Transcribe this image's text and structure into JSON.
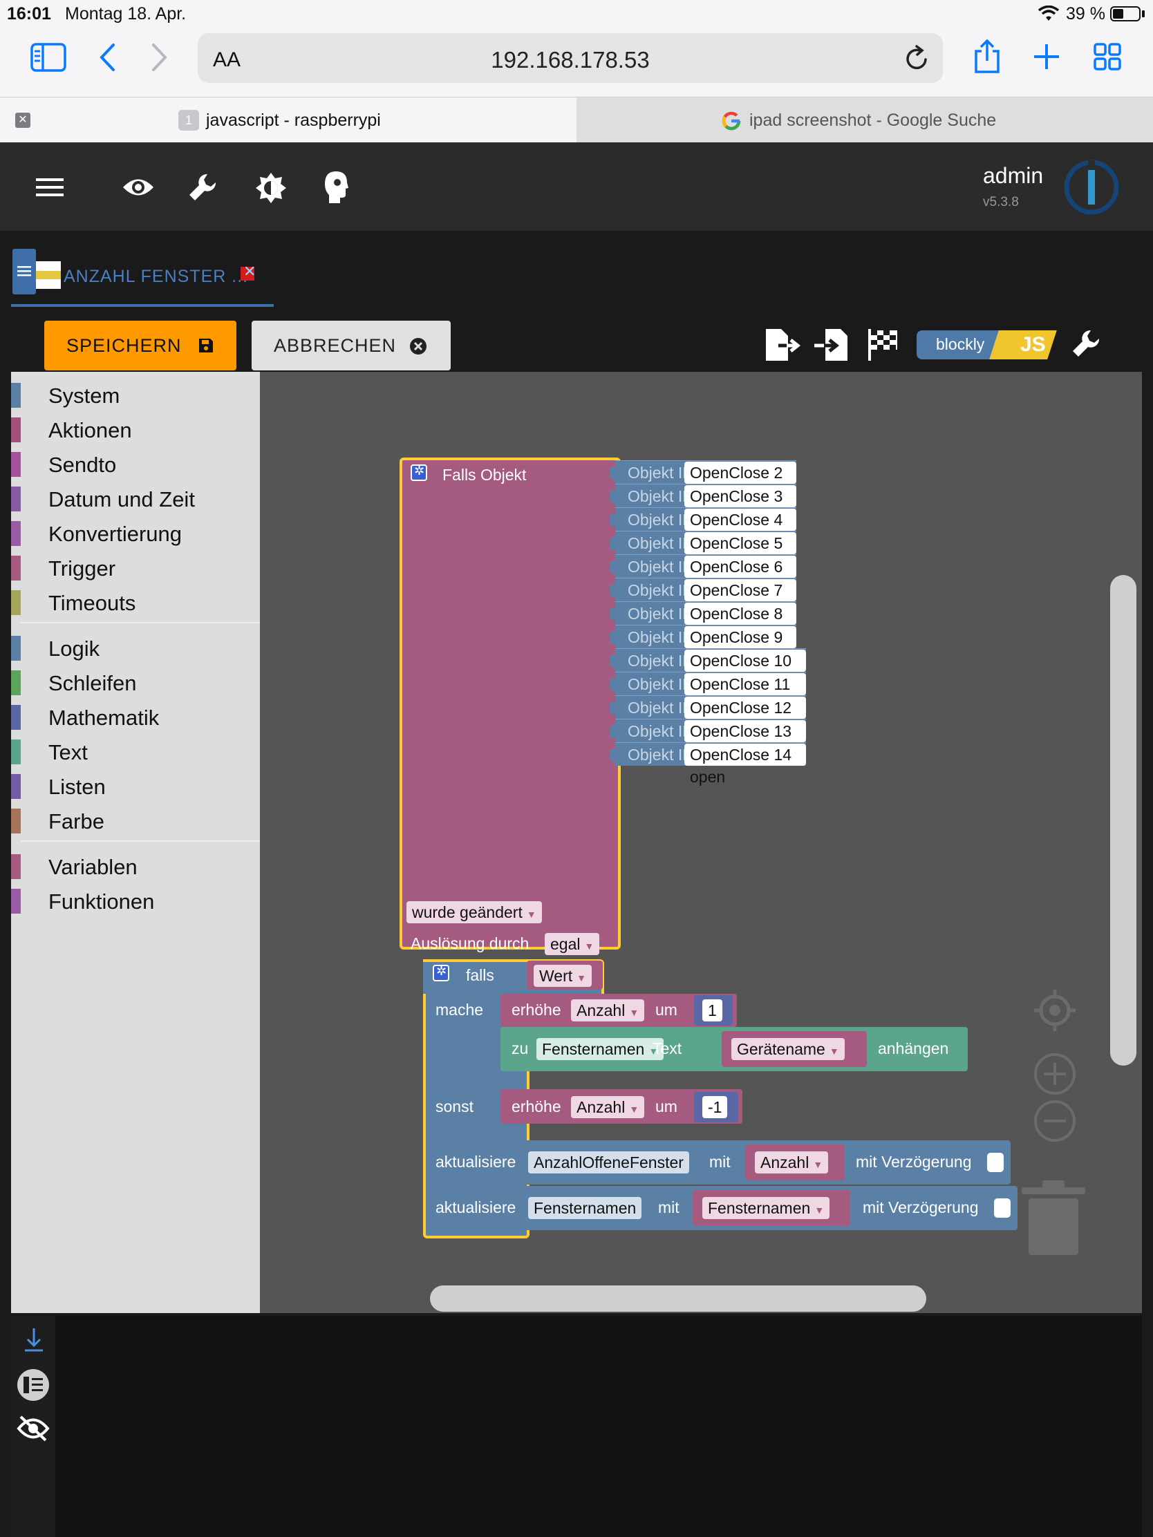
{
  "status": {
    "time": "16:01",
    "date": "Montag 18. Apr.",
    "battery": "39 %"
  },
  "browser": {
    "aa": "AA",
    "url": "192.168.178.53",
    "tabs": [
      {
        "num": "1",
        "title": "javascript - raspberrypi"
      },
      {
        "title": "ipad screenshot - Google Suche"
      }
    ]
  },
  "iob": {
    "user": "admin",
    "version": "v5.3.8",
    "script_tab": "ANZAHL FENSTER ...",
    "save_label": "SPEICHERN",
    "cancel_label": "ABBRECHEN",
    "blockly_label": "blockly",
    "js_label": "JS"
  },
  "toolbox": {
    "categories": [
      {
        "label": "System",
        "color": "#5b80a5"
      },
      {
        "label": "Aktionen",
        "color": "#a5507b"
      },
      {
        "label": "Sendto",
        "color": "#a5509b"
      },
      {
        "label": "Datum und Zeit",
        "color": "#8a5ba5"
      },
      {
        "label": "Konvertierung",
        "color": "#9a5ba5"
      },
      {
        "label": "Trigger",
        "color": "#a55b80"
      },
      {
        "label": "Timeouts",
        "color": "#a5a55b"
      },
      {
        "label": "Logik",
        "color": "#5b80a5"
      },
      {
        "label": "Schleifen",
        "color": "#5ba55b"
      },
      {
        "label": "Mathematik",
        "color": "#5b67a5"
      },
      {
        "label": "Text",
        "color": "#5ba58c"
      },
      {
        "label": "Listen",
        "color": "#745ba5"
      },
      {
        "label": "Farbe",
        "color": "#a5745b"
      },
      {
        "label": "Variablen",
        "color": "#a55b80"
      },
      {
        "label": "Funktionen",
        "color": "#995ba5"
      }
    ]
  },
  "blocks": {
    "trigger_title": "Falls Objekt",
    "objekt_label": "Objekt ID",
    "objects": [
      "OpenClose 2 open",
      "OpenClose 3 open",
      "OpenClose 4 open",
      "OpenClose 5 open",
      "OpenClose 6 open",
      "OpenClose 7 open",
      "OpenClose 8 open",
      "OpenClose 9 open",
      "OpenClose 10 open",
      "OpenClose 11 open",
      "OpenClose 12 open",
      "OpenClose 13 open",
      "OpenClose 14 open"
    ],
    "changed": "wurde geändert",
    "ausloesung": "Auslösung durch",
    "egal": "egal",
    "falls": "falls",
    "wert": "Wert",
    "mache": "mache",
    "erhoehe": "erhöhe",
    "anzahl": "Anzahl",
    "um": "um",
    "plus_one": "1",
    "zu": "zu",
    "fensternamen": "Fensternamen",
    "text": "Text",
    "geraetename": "Gerätename",
    "anhaengen": "anhängen",
    "sonst": "sonst",
    "minus_one": "-1",
    "aktualisiere": "aktualisiere",
    "anzahl_offene": "AnzahlOffeneFenster",
    "mit": "mit",
    "mit_verzoegerung": "mit Verzögerung"
  }
}
